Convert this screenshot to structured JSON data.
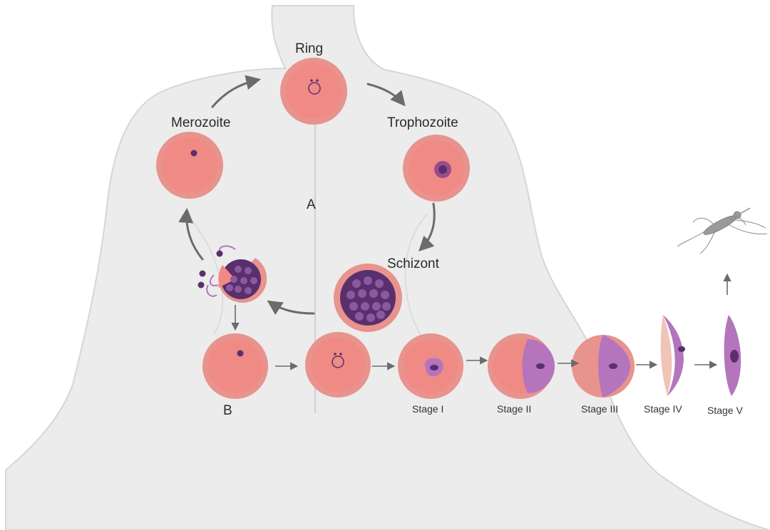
{
  "diagram": {
    "cycle_labels": {
      "ring": "Ring",
      "trophozoite": "Trophozoite",
      "schizont": "Schizont",
      "merozoite": "Merozoite"
    },
    "path_labels": {
      "asexual": "A",
      "sexual": "B"
    },
    "gametocyte_stages": [
      "Stage I",
      "Stage II",
      "Stage III",
      "Stage IV",
      "Stage V"
    ],
    "colors": {
      "body_fill": "#ececec",
      "body_outline": "#d6d6d6",
      "rbc_outer": "#e8938d",
      "rbc_inner": "#ef8a85",
      "parasite": "#5b2f6e",
      "gametocyte": "#b475bd",
      "arrow": "#6b6b6b"
    },
    "icons": [
      "mosquito-icon"
    ]
  }
}
